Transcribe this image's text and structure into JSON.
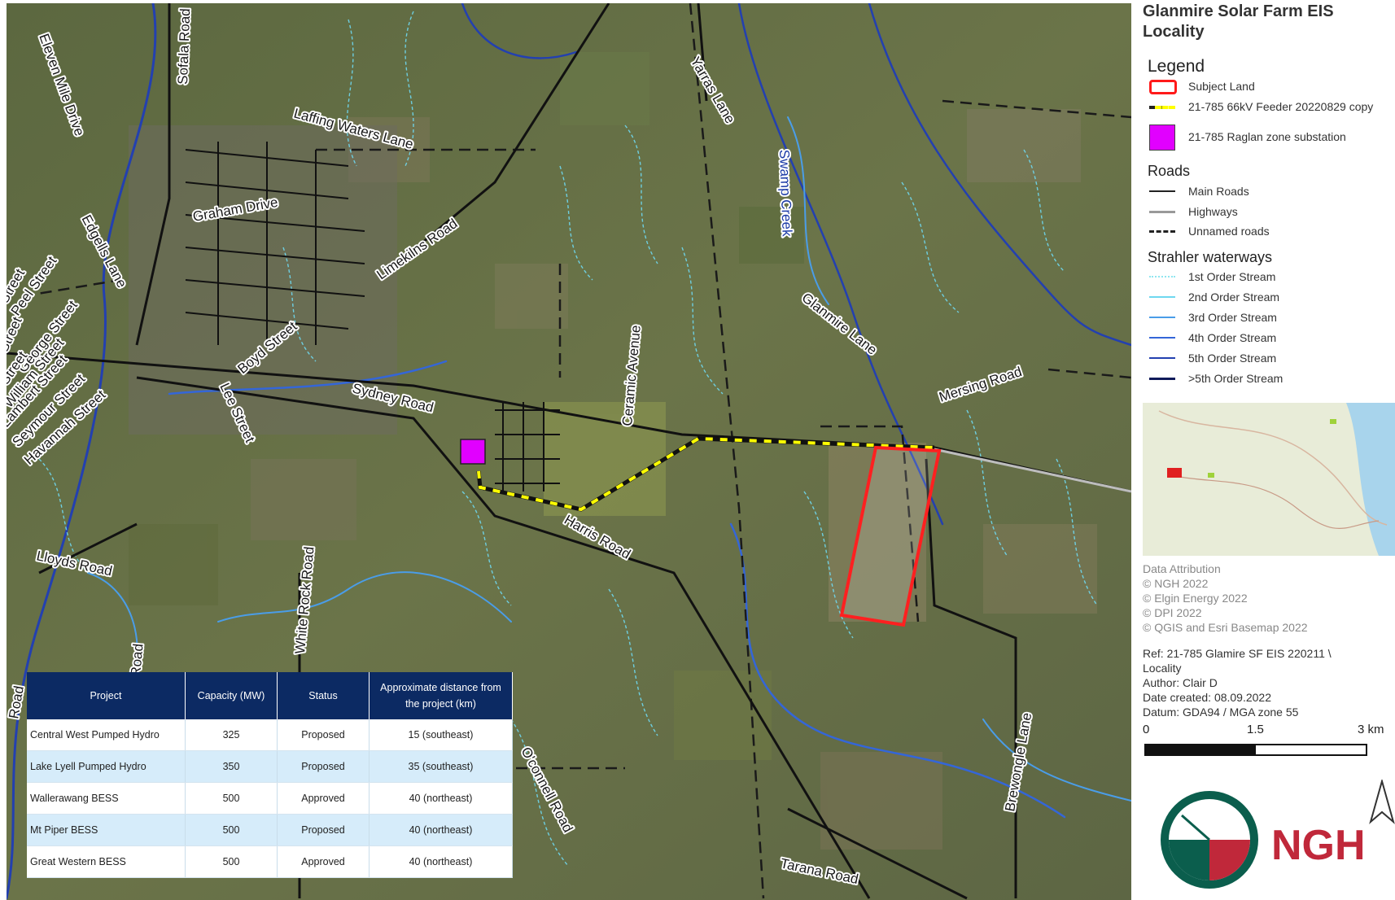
{
  "map": {
    "labels": {
      "eleven_mile": "Eleven Mile Drive",
      "sofala": "Sofala Road",
      "laffing": "Laffing Waters Lane",
      "yarras": "Yarras Lane",
      "swamp_creek": "Swamp Creek",
      "graham": "Graham Drive",
      "limekilns": "Limekilns Road",
      "edgells": "Edgells Lane",
      "street_a": "Street",
      "peel": "Peel Street",
      "street_b": "Street",
      "george": "George Street",
      "street_c": "Street",
      "william": "William Street",
      "lambert": "Lambert Street",
      "seymour": "Seymour Street",
      "havannah": "Havannah Street",
      "boyd": "Boyd Street",
      "lee": "Lee Street",
      "sydney": "Sydney Road",
      "ceramic": "Ceramic Avenue",
      "glanmire_lane": "Glanmire Lane",
      "mersing": "Mersing Road",
      "harris": "Harris Road",
      "lloyds": "Lloyds Road",
      "white_rock": "White Rock Road",
      "road_frag": "Road",
      "road_frag2": "Road",
      "oconnell": "O'connell Road",
      "brewongle": "Brewongle Lane",
      "tarana": "Tarana Road"
    }
  },
  "sidebar": {
    "title_line1": "Glanmire Solar Farm EIS",
    "title_line2": "Locality",
    "legend_title": "Legend",
    "legend_items": [
      {
        "label": "Subject Land",
        "color": "#ff0000"
      },
      {
        "label": "21-785 66kV Feeder 20220829 copy",
        "color": "#ffff00"
      },
      {
        "label": "21-785 Raglan zone substation",
        "color": "#e100ff"
      }
    ],
    "roads_title": "Roads",
    "roads": [
      {
        "label": "Main Roads",
        "color": "#222222",
        "style": "solid"
      },
      {
        "label": "Highways",
        "color": "#999999",
        "style": "solid"
      },
      {
        "label": "Unnamed roads",
        "color": "#222222",
        "style": "dashed"
      }
    ],
    "water_title": "Strahler waterways",
    "water": [
      {
        "label": "1st Order Stream",
        "color": "#8fe6f0",
        "style": "dotted"
      },
      {
        "label": "2nd Order Stream",
        "color": "#6fd8f0",
        "style": "solid"
      },
      {
        "label": "3rd Order Stream",
        "color": "#4a9de8",
        "style": "solid"
      },
      {
        "label": "4th Order Stream",
        "color": "#3466d8",
        "style": "solid"
      },
      {
        "label": "5th Order Stream",
        "color": "#2340b0",
        "style": "solid"
      },
      {
        "label": ">5th Order Stream",
        "color": "#101a5a",
        "style": "solid"
      }
    ],
    "attribution": [
      "Data Attribution",
      "© NGH 2022",
      "© Elgin Energy 2022",
      "© DPI 2022",
      "© QGIS and Esri Basemap 2022"
    ],
    "ref": [
      "Ref: 21-785 Glamire SF EIS 220211 \\",
      "Locality",
      "Author: Clair D",
      "Date created: 08.09.2022",
      "Datum: GDA94 / MGA zone 55"
    ],
    "scale": {
      "zero": "0",
      "mid": "1.5",
      "end": "3 km"
    },
    "logo_text": "NGH"
  },
  "table": {
    "headers": [
      "Project",
      "Capacity (MW)",
      "Status",
      "Approximate distance from the project (km)"
    ],
    "rows": [
      [
        "Central West Pumped Hydro",
        "325",
        "Proposed",
        "15 (southeast)"
      ],
      [
        "Lake Lyell Pumped Hydro",
        "350",
        "Proposed",
        "35 (southeast)"
      ],
      [
        "Wallerawang BESS",
        "500",
        "Approved",
        "40 (northeast)"
      ],
      [
        "Mt Piper BESS",
        "500",
        "Proposed",
        "40 (northeast)"
      ],
      [
        "Great Western BESS",
        "500",
        "Approved",
        "40 (northeast)"
      ]
    ]
  }
}
